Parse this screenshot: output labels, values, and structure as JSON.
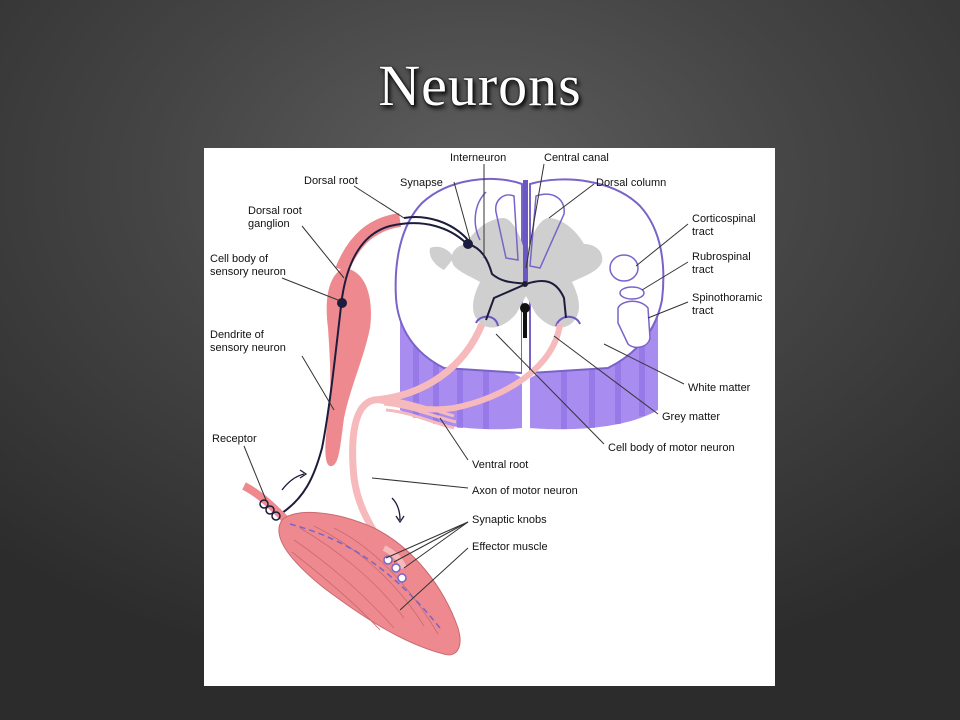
{
  "slide": {
    "title": "Neurons"
  },
  "diagram": {
    "labels": {
      "interneuron": "Interneuron",
      "central_canal": "Central canal",
      "dorsal_root": "Dorsal root",
      "synapse": "Synapse",
      "dorsal_column": "Dorsal column",
      "dorsal_root_ganglion_1": "Dorsal root",
      "dorsal_root_ganglion_2": "ganglion",
      "corticospinal_1": "Corticospinal",
      "corticospinal_2": "tract",
      "cell_body_sensory_1": "Cell body of",
      "cell_body_sensory_2": "sensory neuron",
      "rubrospinal_1": "Rubrospinal",
      "rubrospinal_2": "tract",
      "spinothalamic_1": "Spinothoramic",
      "spinothalamic_2": "tract",
      "dendrite_sensory_1": "Dendrite of",
      "dendrite_sensory_2": "sensory neuron",
      "white_matter": "White matter",
      "grey_matter": "Grey matter",
      "receptor": "Receptor",
      "cell_body_motor": "Cell body of motor neuron",
      "ventral_root": "Ventral root",
      "axon_motor": "Axon of motor neuron",
      "synaptic_knobs": "Synaptic knobs",
      "effector_muscle": "Effector muscle"
    },
    "colors": {
      "sensory_pink": "#ee8a8f",
      "motor_pink": "#f6b9bc",
      "white_matter_purple": "#a98cf0",
      "grey_matter": "#cfcfcf",
      "nerve_line": "#1c1c3c"
    }
  }
}
